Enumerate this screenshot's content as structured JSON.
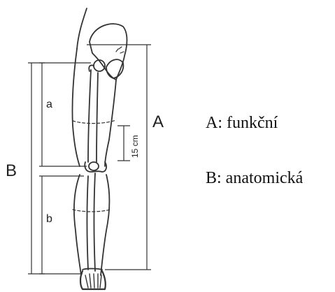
{
  "figure": {
    "labels": {
      "big_a": "A",
      "big_b": "B",
      "small_a": "a",
      "small_b": "b",
      "distance": "15 cm"
    }
  },
  "captions": {
    "a": "A: funkční",
    "b": "B: anatomická"
  }
}
